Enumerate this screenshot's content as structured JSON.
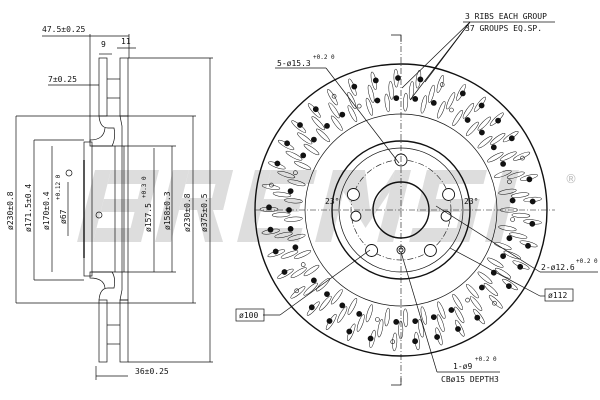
{
  "watermark": {
    "logo_text": "BREMSI",
    "registered": "®"
  },
  "side_view": {
    "width_total": "47.5±0.25",
    "rib_left": "9",
    "rib_right": "11",
    "hat_thickness": "7±0.25",
    "dia_230_left": "ø230±0.8",
    "dia_171_5": "ø171.5±0.4",
    "dia_170": "ø170±0.4",
    "dia_67": "ø67",
    "dia_67_tol": "+0.12 0",
    "dia_157_5": "ø157.5",
    "dia_157_5_tol": "+0.3 0",
    "dia_158": "ø158±0.3",
    "dia_230_right": "ø230±0.8",
    "dia_375": "ø375±0.5",
    "thickness_bottom": "36±0.25"
  },
  "front_view": {
    "ribs_note_1": "3 RIBS EACH GROUP",
    "ribs_note_2": "37 GROUPS EQ.SP.",
    "bolt_holes": "5-ø15.3",
    "bolt_holes_tol": "+0.2 0",
    "angle_left": "23°",
    "angle_right": "23°",
    "pin_holes": "2-ø12.6",
    "pin_holes_tol": "+0.2 0",
    "pcd_112": "ø112",
    "pcd_100": "ø100",
    "set_hole": "1-ø9",
    "set_hole_tol": "+0.2 0",
    "counterbore": "CBø15 DEPTH3"
  }
}
